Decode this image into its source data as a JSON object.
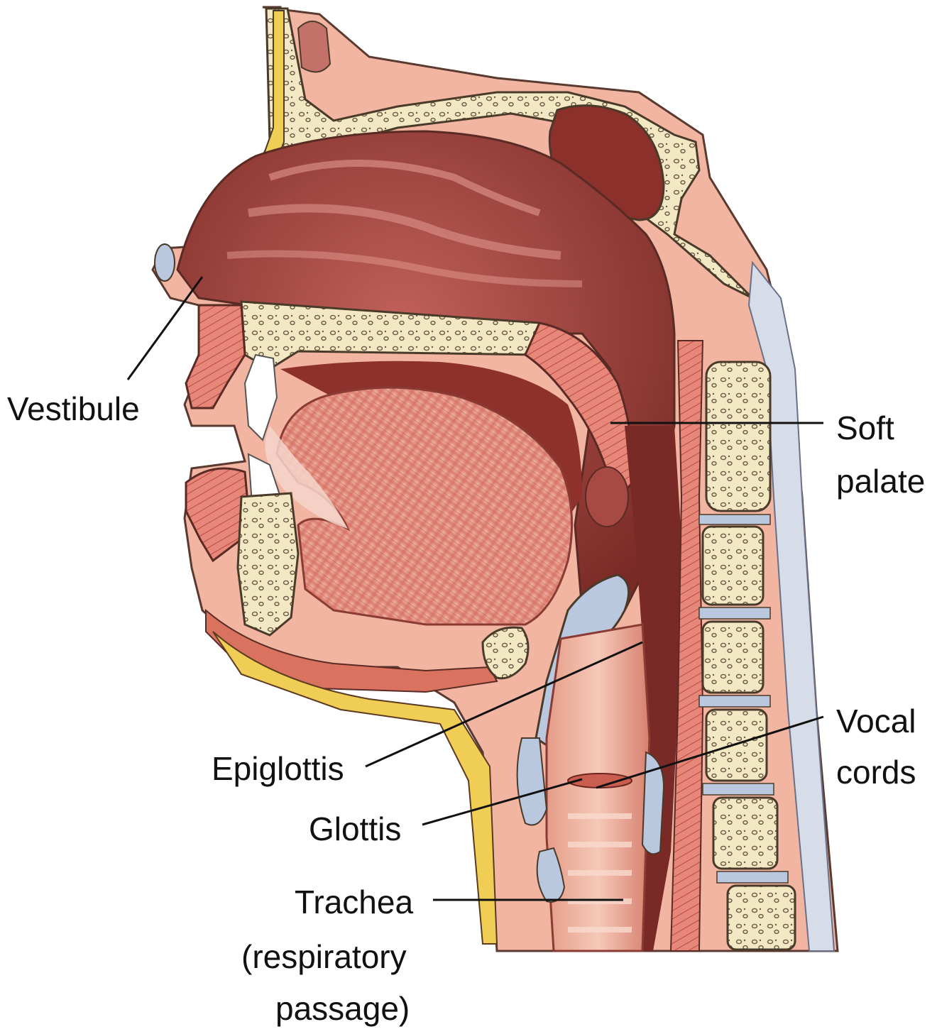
{
  "labels": {
    "vestibule": "Vestibule",
    "soft_palate_1": "Soft",
    "soft_palate_2": "palate",
    "vocal_cords_1": "Vocal",
    "vocal_cords_2": "cords",
    "epiglottis": "Epiglottis",
    "glottis": "Glottis",
    "trachea_1": "Trachea",
    "trachea_2": "(respiratory",
    "trachea_3": "passage)"
  },
  "colors": {
    "bone": "#f3e8c4",
    "bone_outline": "#4a3a2a",
    "cavity": "#9a3b34",
    "cavity_dark": "#6e2420",
    "mucosa": "#e8a08c",
    "muscle": "#d9735f",
    "cartilage": "#b9c7df",
    "fat": "#f0cd54",
    "leader_line": "#111111"
  }
}
